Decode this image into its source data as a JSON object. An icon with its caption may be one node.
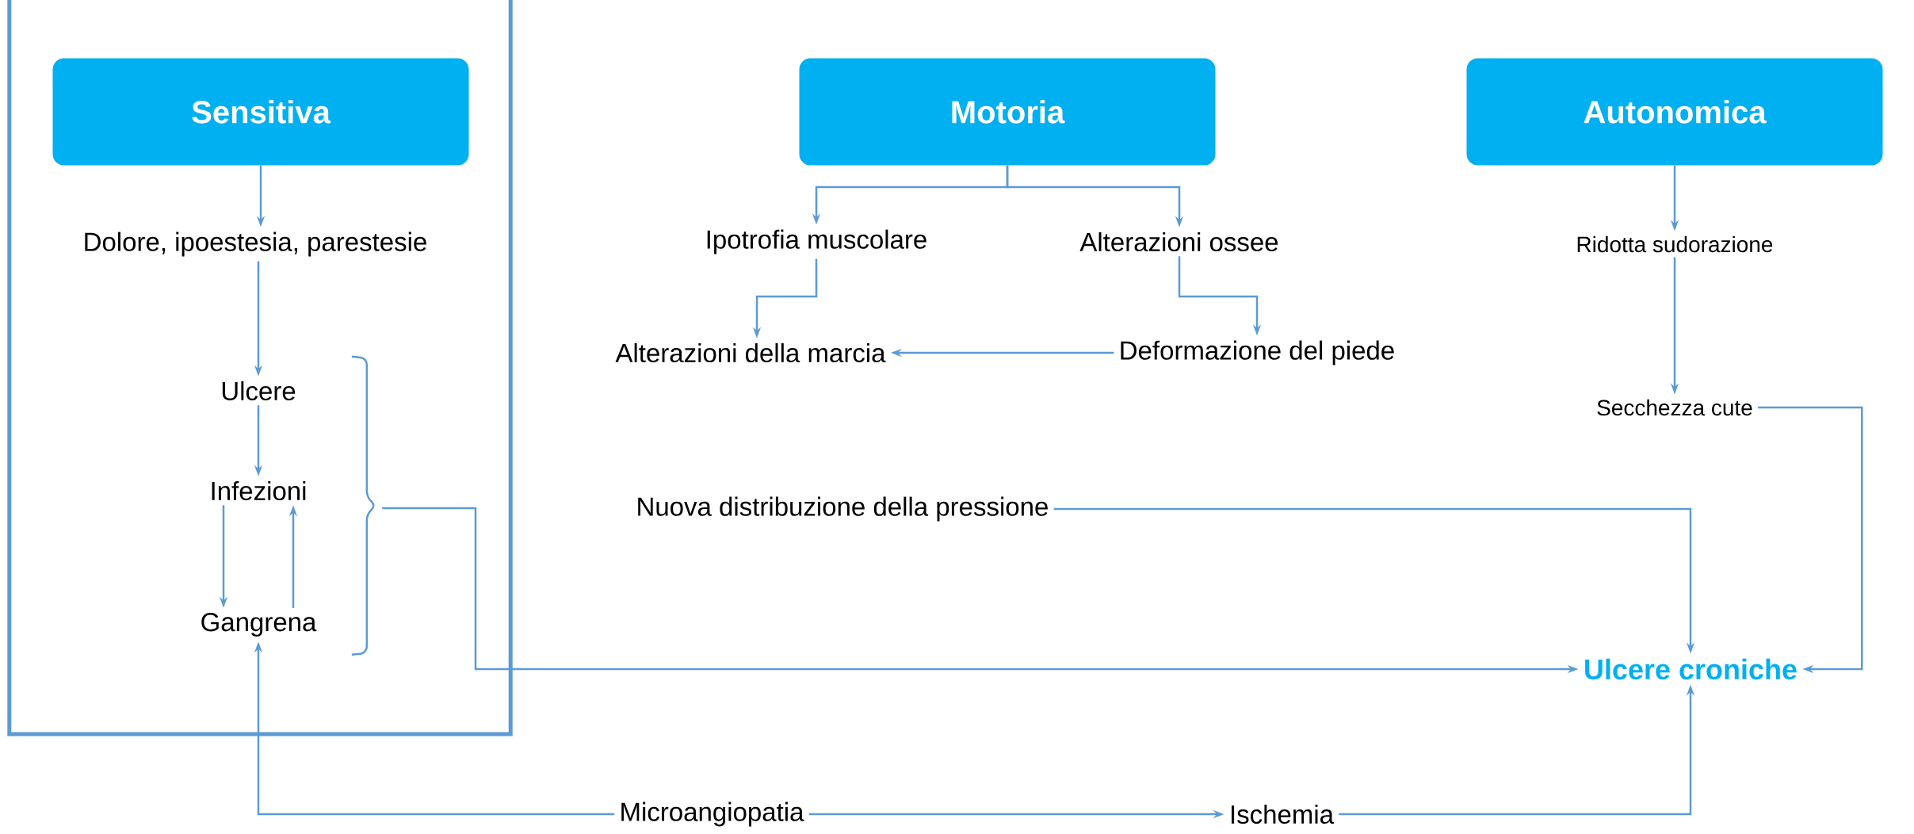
{
  "diagram": {
    "nodes": [
      {
        "text": [],
        "shape": "box"
      },
      {
        "text": [
          "Sensitiva"
        ],
        "in": 0
      },
      {
        "text": [
          "Dolore, ipoestesia, parestesie"
        ],
        "in": 0
      },
      {
        "text": [
          "Ulcere"
        ],
        "in": 0
      },
      {
        "text": [
          "Infezioni"
        ],
        "in": 0
      },
      {
        "text": [
          "Gangrena"
        ],
        "in": 0
      },
      {
        "text": [
          "Motoria"
        ]
      },
      {
        "text": [
          "Autonomica"
        ]
      },
      {
        "text": [
          "Ipotrofia muscolare"
        ]
      },
      {
        "text": [
          "Alterazioni ossee"
        ]
      },
      {
        "text": [
          "Alterazioni della marcia"
        ]
      },
      {
        "text": [
          "Deformazione del piede"
        ]
      },
      {
        "text": [
          "Ridotta sudorazione"
        ]
      },
      {
        "text": [
          "Secchezza cute"
        ]
      },
      {
        "text": [
          "Nuova distribuzione della pressione"
        ]
      },
      {
        "text": [
          "Ulcere croniche"
        ]
      },
      {
        "text": [
          "Microangiopatia"
        ]
      },
      {
        "text": [
          "Ischemia"
        ]
      },
      {
        "text": [],
        "shape": "bracket",
        "in": 0
      }
    ],
    "edges": [
      {
        "from": 1,
        "to": 2,
        "arrow": "to"
      },
      {
        "from": 2,
        "to": 3,
        "arrow": "to"
      },
      {
        "from": 3,
        "to": 4,
        "arrow": "to"
      },
      {
        "from": 4,
        "to": 5,
        "arrow": "to"
      },
      {
        "from": 5,
        "to": 4,
        "arrow": "to"
      },
      {
        "from": 6,
        "to": 8,
        "arrow": "to"
      },
      {
        "from": 6,
        "to": 9,
        "arrow": "to"
      },
      {
        "from": 8,
        "to": 10,
        "arrow": "to"
      },
      {
        "from": 9,
        "to": 11,
        "arrow": "to"
      },
      {
        "from": 11,
        "to": 10,
        "arrow": "to"
      },
      {
        "from": 7,
        "to": 12,
        "arrow": "to"
      },
      {
        "from": 12,
        "to": 13,
        "arrow": "to"
      },
      {
        "from": 13,
        "to": 15,
        "arrow": "to"
      },
      {
        "from": 14,
        "to": 15,
        "arrow": "to"
      },
      {
        "from": 18,
        "to": 15,
        "arrow": "to"
      },
      {
        "from": 16,
        "to": 5,
        "arrow": "to"
      },
      {
        "from": 16,
        "to": 17,
        "arrow": "to"
      },
      {
        "from": 17,
        "to": 15,
        "arrow": "to"
      }
    ]
  }
}
